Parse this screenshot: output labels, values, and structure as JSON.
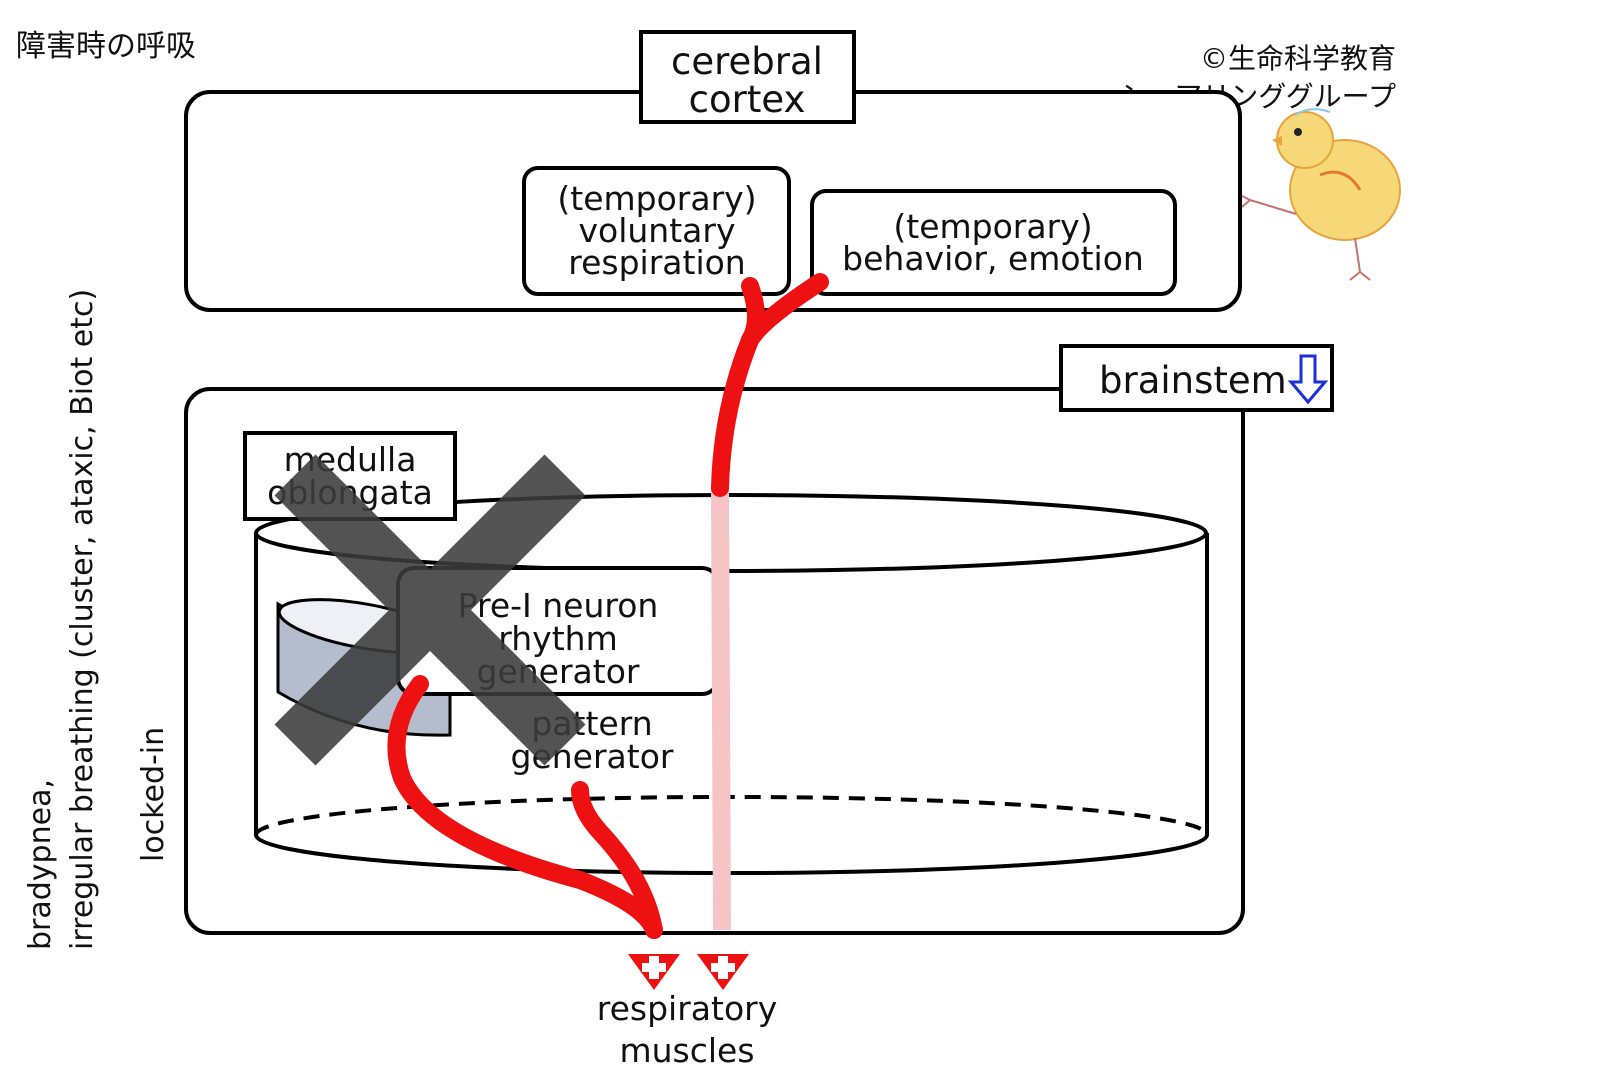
{
  "title": "障害時の呼吸",
  "copyright": {
    "line1": "©生命科学教育",
    "line2": "シェアリンググループ"
  },
  "cortex": {
    "label_line1": "cerebral",
    "label_line2": "cortex",
    "voluntary": [
      "(temporary)",
      "voluntary",
      "respiration"
    ],
    "behavior": [
      "(temporary)",
      "behavior, emotion"
    ]
  },
  "brainstem": {
    "label": "brainstem",
    "arrow_color": "#1a2fd6"
  },
  "medulla": {
    "label_line1": "medulla",
    "label_line2": "oblongata"
  },
  "pre_i": [
    "Pre-I neuron",
    "rhythm",
    "generator"
  ],
  "pattern": [
    "pattern",
    "generator"
  ],
  "muscles": [
    "respiratory",
    "muscles"
  ],
  "side_labels": {
    "outer_line1": "bradypnea,",
    "outer_line2": "irregular breathing (cluster, ataxic, Biot etc)",
    "inner": "locked-in"
  },
  "colors": {
    "pathway": "#ee1111",
    "pathway_faded": "#f6c4c4",
    "cross": "#3c3c3c"
  }
}
